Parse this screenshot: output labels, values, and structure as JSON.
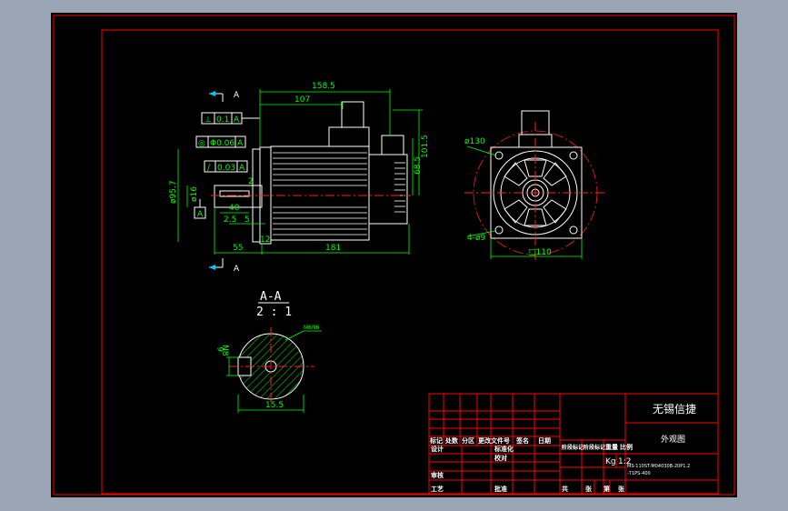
{
  "section": {
    "title": "A-A",
    "scale": "2 : 1",
    "cut_label_top": "A",
    "cut_label_bottom": "A",
    "datum": "A"
  },
  "gdt": [
    {
      "symbol": "⊥",
      "value": "0.1",
      "datum": "A"
    },
    {
      "symbol": "◎",
      "value": "Φ0.06",
      "datum": "A"
    },
    {
      "symbol": "∕",
      "value": "0.03",
      "datum": "A"
    }
  ],
  "dimensions": {
    "overall_top": "158.5",
    "body_top": "107",
    "height_1": "101.5",
    "height_2": "68.5",
    "flange_dia": "ø95.7",
    "shaft_dia": "ø16",
    "spigot": "2",
    "key_len": "40",
    "shoulder": "2.5",
    "shoulder2": "5",
    "shaft_len": "55",
    "flange_thk": "12",
    "body_len": "181",
    "bolt_circle": "ø130",
    "holes": "4-ø9",
    "square": "□110",
    "key_width": "N8",
    "key_depth": "6",
    "key_tol": "M6N6",
    "shaft_section": "15.5"
  },
  "title_block": {
    "company": "无锡信捷",
    "drawing_name": "外观图",
    "header_cols": [
      "标记",
      "处数",
      "分区",
      "更改文件号",
      "签名",
      "日期"
    ],
    "left_labels": [
      "设计",
      "审核",
      "工艺"
    ],
    "mid_labels": [
      "标准化",
      "校对",
      "批准"
    ],
    "stage_headers": [
      "阶段标记",
      "重量",
      "比例"
    ],
    "weight_unit": "Kg",
    "scale": "1:2",
    "model_line1": "MS-110ST-M04030B-20P1.2",
    "model_line2": "-71PS-400",
    "bottom_labels": [
      "共",
      "张",
      "第",
      "张"
    ]
  }
}
